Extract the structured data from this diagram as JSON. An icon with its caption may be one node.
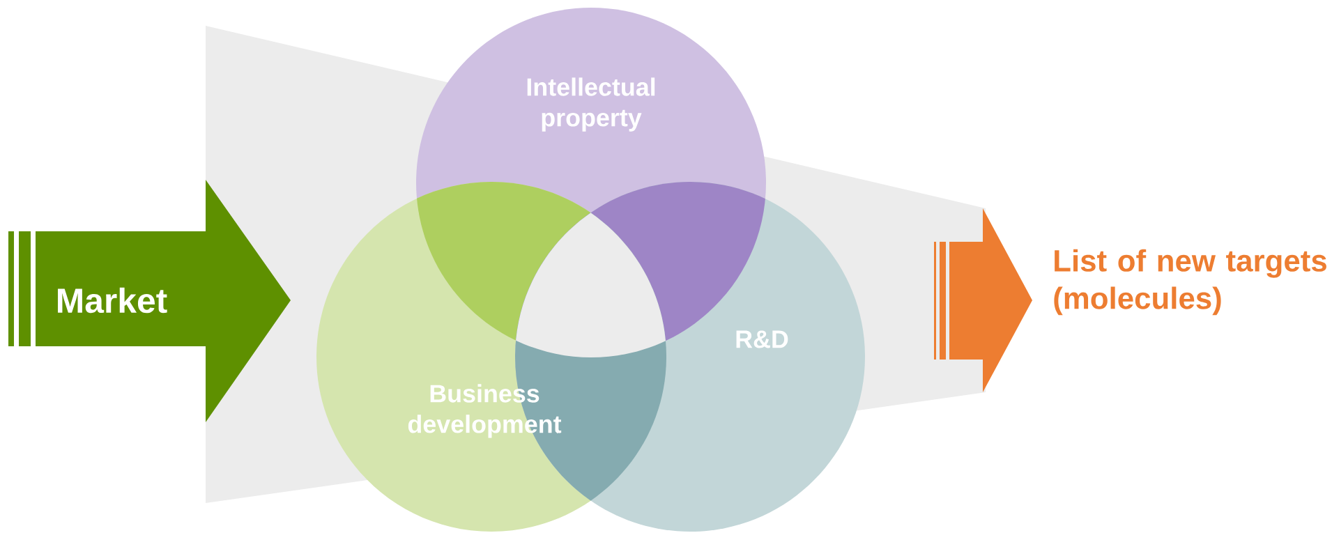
{
  "diagram": {
    "nodes": [
      {
        "text": [
          "Market"
        ]
      },
      {
        "text": [
          "Intellectual property"
        ]
      },
      {
        "text": [
          "Business development"
        ]
      },
      {
        "text": [
          "R&D"
        ]
      }
    ],
    "labels": [
      "List of new targets (molecules)"
    ]
  }
}
